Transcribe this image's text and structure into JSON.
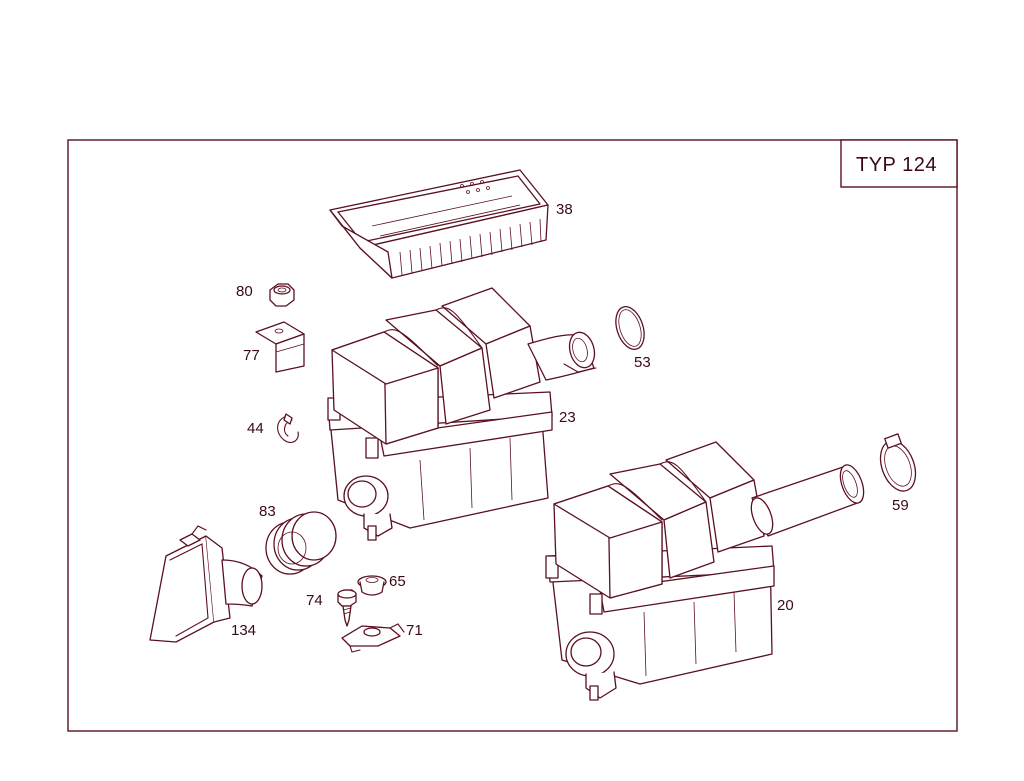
{
  "diagram": {
    "model_label": "TYP 124",
    "colors": {
      "line": "#5a1020",
      "text": "#3a0a14",
      "background": "#ffffff"
    },
    "callouts": [
      {
        "id": "38",
        "text": "38"
      },
      {
        "id": "80",
        "text": "80"
      },
      {
        "id": "77",
        "text": "77"
      },
      {
        "id": "53",
        "text": "53"
      },
      {
        "id": "23",
        "text": "23"
      },
      {
        "id": "44",
        "text": "44"
      },
      {
        "id": "59",
        "text": "59"
      },
      {
        "id": "83",
        "text": "83"
      },
      {
        "id": "65",
        "text": "65"
      },
      {
        "id": "74",
        "text": "74"
      },
      {
        "id": "20",
        "text": "20"
      },
      {
        "id": "71",
        "text": "71"
      },
      {
        "id": "134",
        "text": "134"
      }
    ]
  }
}
